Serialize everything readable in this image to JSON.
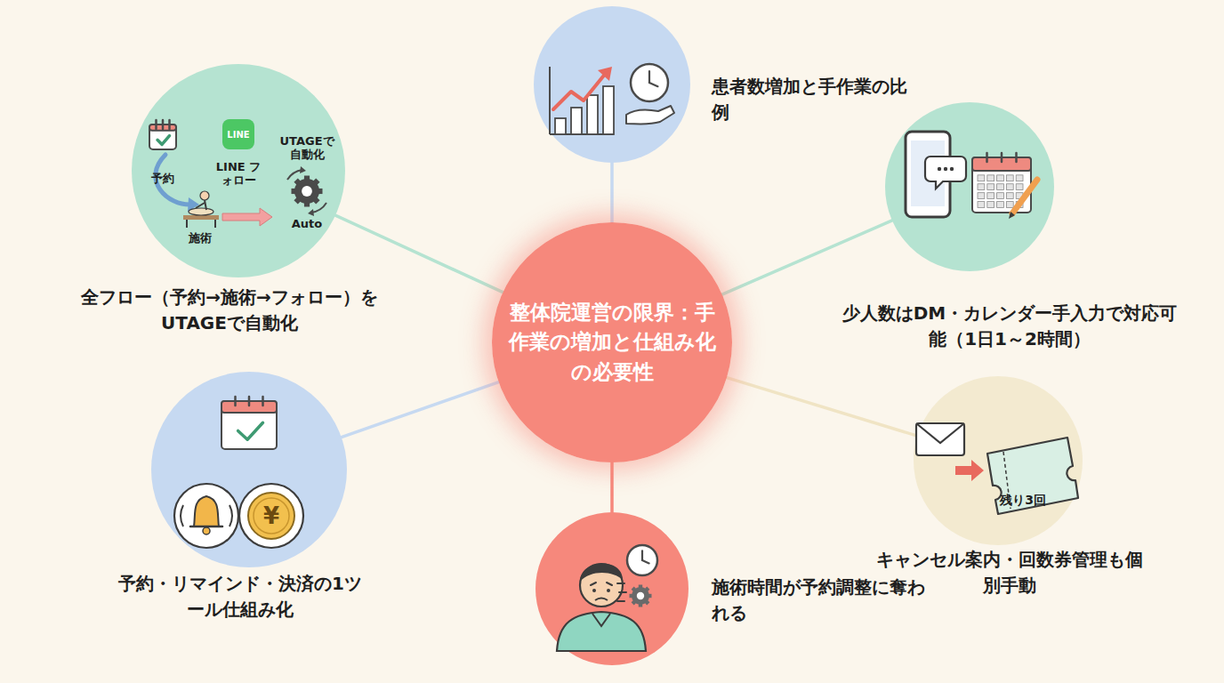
{
  "diagram": {
    "nodes": [
      {
        "text": [
          "整体院運営の限界：手作業の増加と仕組み化の必要性"
        ]
      },
      {
        "text": [
          "患者数増加と手作業の比例"
        ]
      },
      {
        "text": [
          "少人数はDM・カレンダー手入力で対応可能（1日1～2時間）"
        ]
      },
      {
        "text": [
          "キャンセル案内・回数券管理も個別手動"
        ]
      },
      {
        "text": [
          "施術時間が予約調整に奪われる"
        ]
      },
      {
        "text": [
          "予約・リマインド・決済の1ツール仕組み化"
        ]
      },
      {
        "text": [
          "全フロー（予約→施術→フォロー）をUTAGEで自動化"
        ]
      }
    ],
    "edges": [
      {
        "from": 0,
        "to": 1,
        "arrow": "none"
      },
      {
        "from": 0,
        "to": 2,
        "arrow": "none"
      },
      {
        "from": 0,
        "to": 3,
        "arrow": "none"
      },
      {
        "from": 0,
        "to": 4,
        "arrow": "none"
      },
      {
        "from": 0,
        "to": 5,
        "arrow": "none"
      },
      {
        "from": 0,
        "to": 6,
        "arrow": "none"
      }
    ],
    "labels": [
      "予約",
      "LINE",
      "LINE フォロー",
      "UTAGEで 自動化",
      "施術",
      "Auto",
      "¥",
      "残り3回"
    ]
  }
}
